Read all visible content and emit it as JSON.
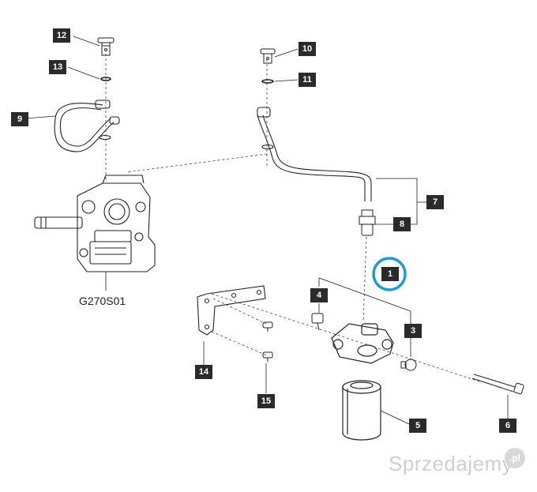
{
  "diagram": {
    "callouts": {
      "c1": "1",
      "c2": "12",
      "c3": "13",
      "c4": "9",
      "c5": "10",
      "c6": "11",
      "c7": "7",
      "c8": "8",
      "c9": "4",
      "c10": "3",
      "c11": "14",
      "c12": "15",
      "c13": "5",
      "c14": "6"
    },
    "assembly_label": "G270S01",
    "highlight_color": "#1e9bd7",
    "line_color": "#222222"
  },
  "watermark": {
    "text": "Sprzedajemy",
    "badge": ".pl"
  }
}
